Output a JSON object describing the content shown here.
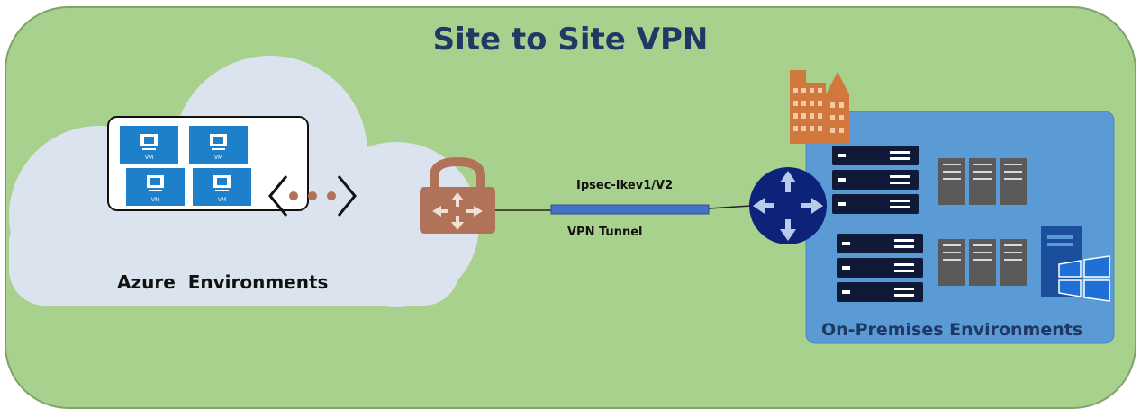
{
  "title": "Site to Site VPN",
  "azure": {
    "label": "Azure  Environments",
    "vms": [
      "VM",
      "VM",
      "VM",
      "VM"
    ]
  },
  "connection": {
    "protocol_label": "Ipsec-Ikev1/V2",
    "tunnel_label": "VPN Tunnel"
  },
  "onprem": {
    "label": "On-Premises Environments"
  },
  "icons": [
    "vm-icon",
    "code-brackets-icon",
    "vpn-gateway-lock-icon",
    "router-icon",
    "building-icon",
    "rack-server-icon",
    "server-icon",
    "windows-server-icon"
  ],
  "colors": {
    "background": "#a9d18e",
    "cloud": "#dbe4ee",
    "onprem_panel": "#5b9bd5",
    "title": "#1f3864",
    "gateway": "#b0735a",
    "router": "#0c2379",
    "tunnel": "#4472c4",
    "vm_tile": "#1e7fcb"
  }
}
